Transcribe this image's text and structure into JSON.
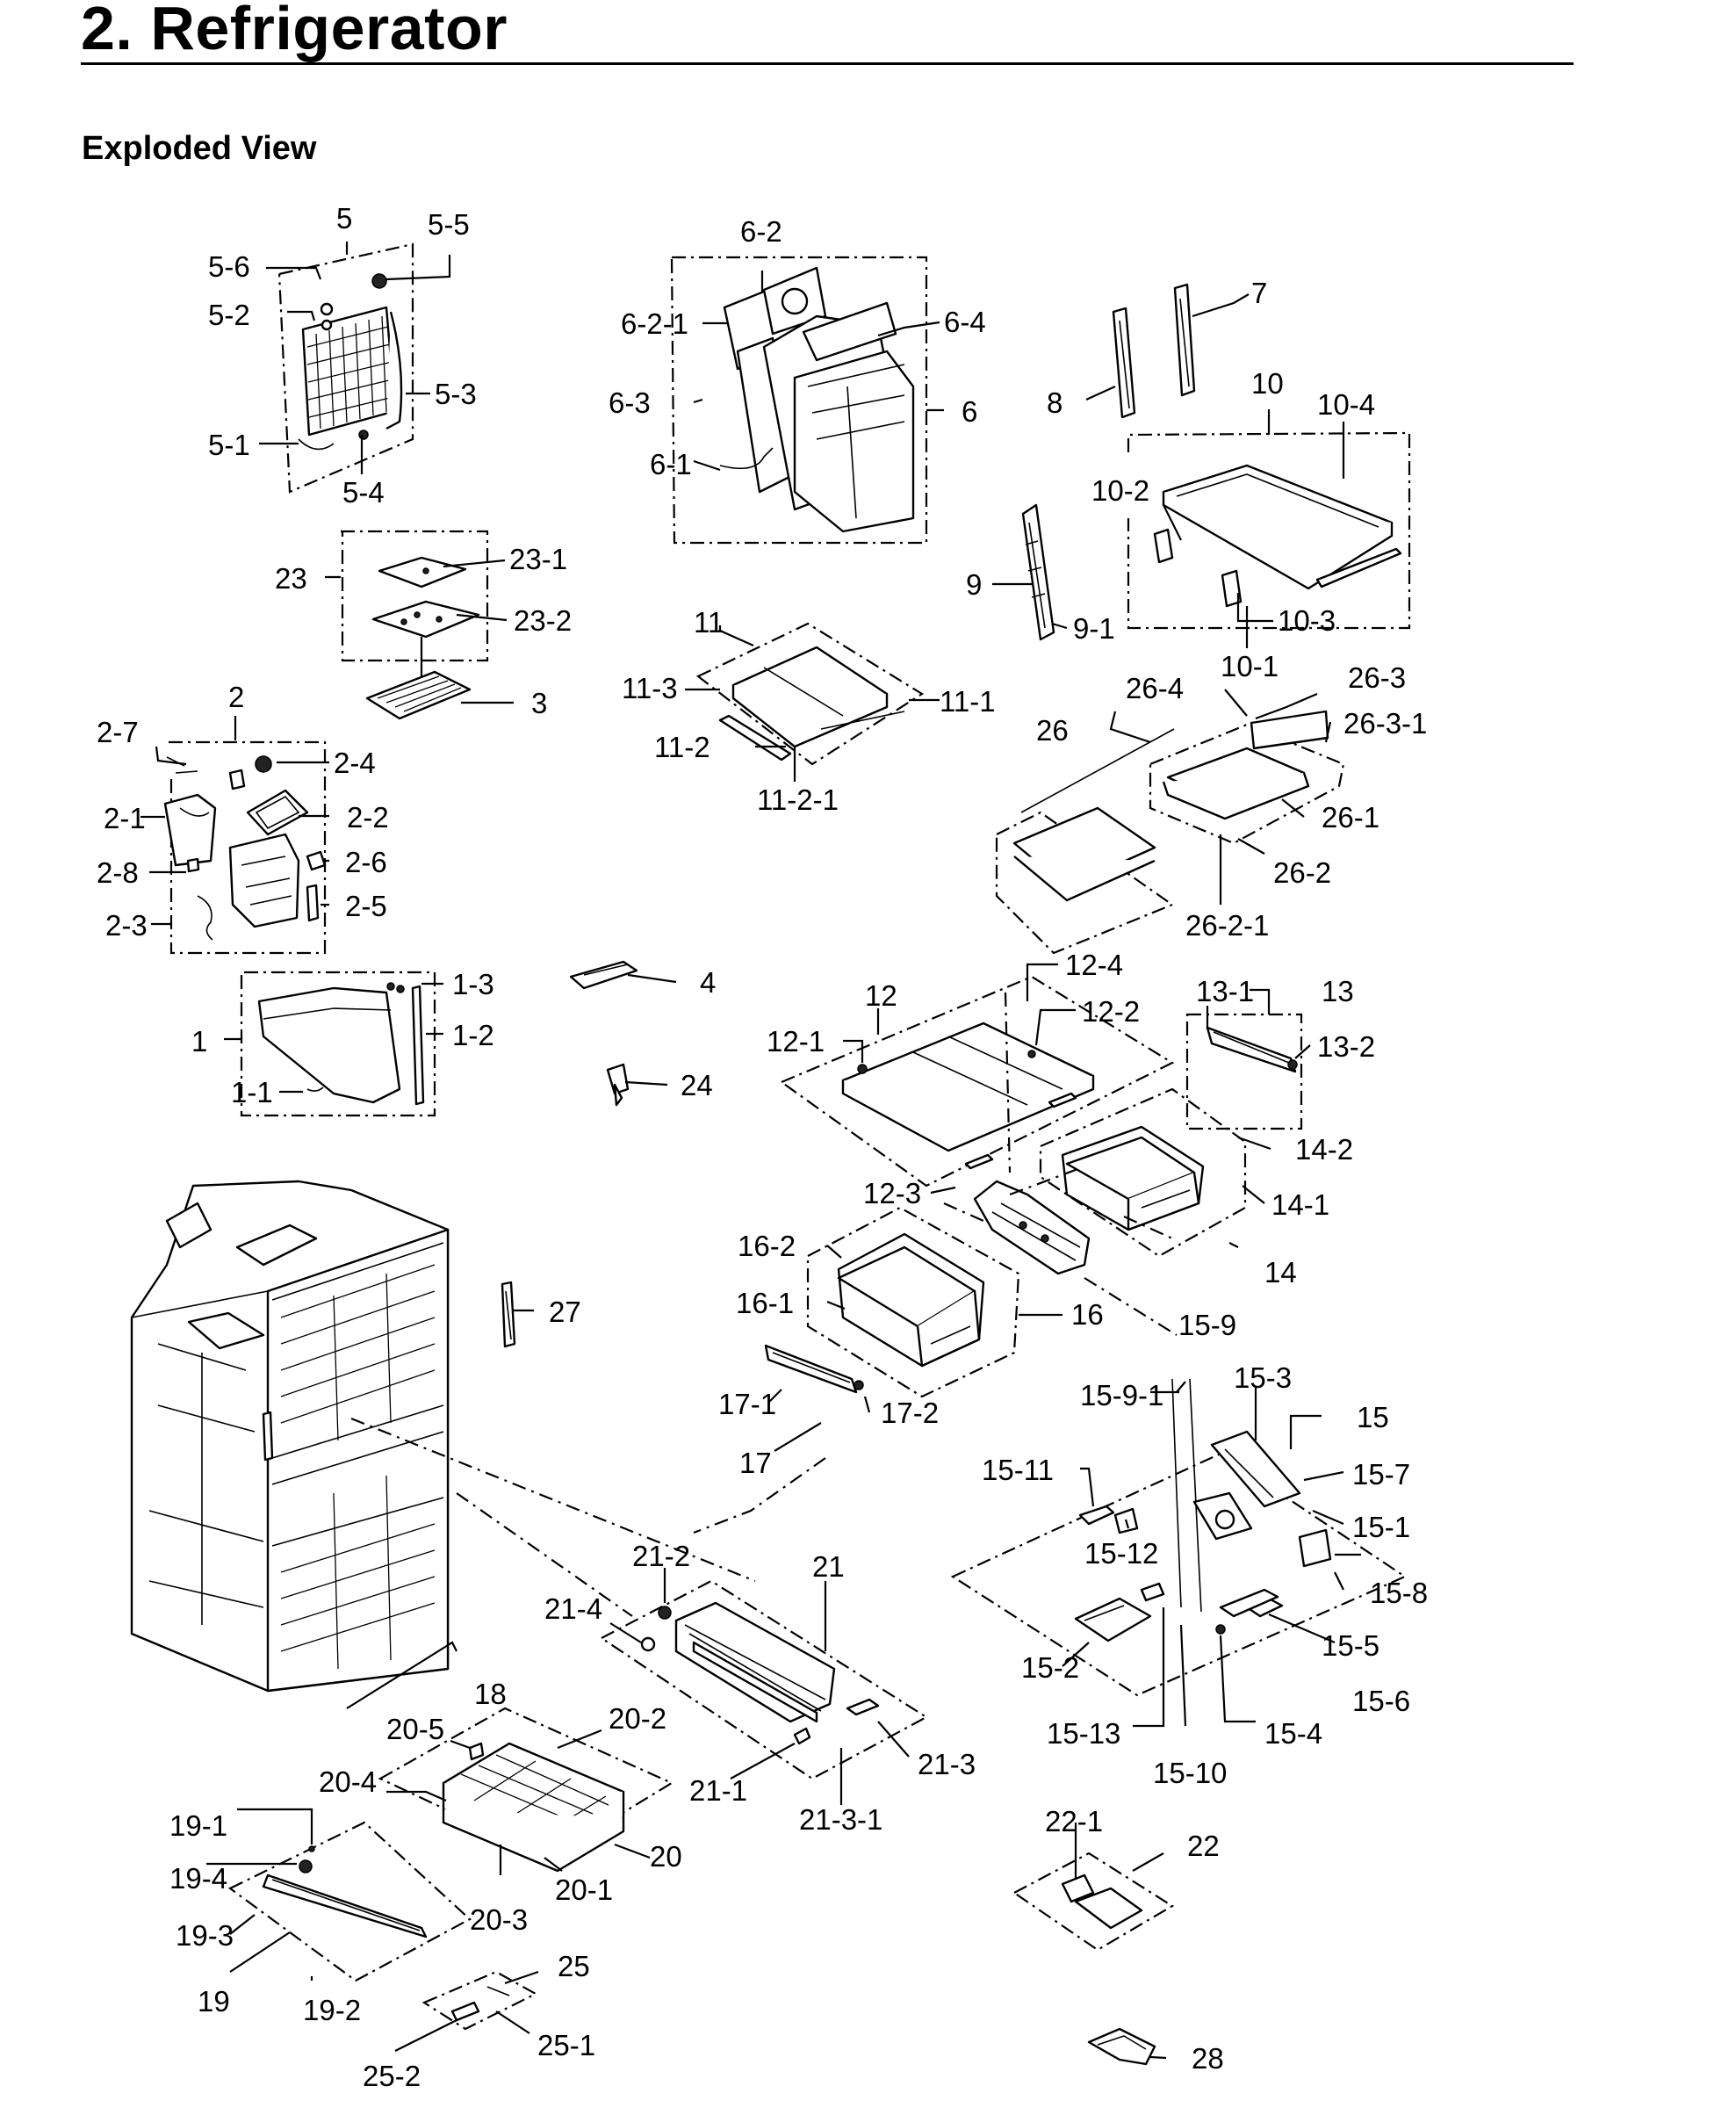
{
  "header": {
    "title": "2.  Refrigerator",
    "subtitle": "Exploded View"
  },
  "diagram": {
    "parts": {
      "p1": "1",
      "p1_1": "1-1",
      "p1_2": "1-2",
      "p1_3": "1-3",
      "p2": "2",
      "p2_1": "2-1",
      "p2_2": "2-2",
      "p2_3": "2-3",
      "p2_4": "2-4",
      "p2_5": "2-5",
      "p2_6": "2-6",
      "p2_7": "2-7",
      "p2_8": "2-8",
      "p3": "3",
      "p4": "4",
      "p5": "5",
      "p5_1": "5-1",
      "p5_2": "5-2",
      "p5_3": "5-3",
      "p5_4": "5-4",
      "p5_5": "5-5",
      "p5_6": "5-6",
      "p6": "6",
      "p6_1": "6-1",
      "p6_2": "6-2",
      "p6_2_1": "6-2-1",
      "p6_3": "6-3",
      "p6_4": "6-4",
      "p7": "7",
      "p8": "8",
      "p9": "9",
      "p9_1": "9-1",
      "p10": "10",
      "p10_1": "10-1",
      "p10_2": "10-2",
      "p10_3": "10-3",
      "p10_4": "10-4",
      "p11": "11",
      "p11_1": "11-1",
      "p11_2": "11-2",
      "p11_2_1": "11-2-1",
      "p11_3": "11-3",
      "p12": "12",
      "p12_1": "12-1",
      "p12_2": "12-2",
      "p12_3": "12-3",
      "p12_4": "12-4",
      "p13": "13",
      "p13_1": "13-1",
      "p13_2": "13-2",
      "p14": "14",
      "p14_1": "14-1",
      "p14_2": "14-2",
      "p15": "15",
      "p15_1": "15-1",
      "p15_2": "15-2",
      "p15_3": "15-3",
      "p15_4": "15-4",
      "p15_5": "15-5",
      "p15_6": "15-6",
      "p15_7": "15-7",
      "p15_8": "15-8",
      "p15_9": "15-9",
      "p15_9_1": "15-9-1",
      "p15_10": "15-10",
      "p15_11": "15-11",
      "p15_12": "15-12",
      "p15_13": "15-13",
      "p16": "16",
      "p16_1": "16-1",
      "p16_2": "16-2",
      "p17": "17",
      "p17_1": "17-1",
      "p17_2": "17-2",
      "p18": "18",
      "p19": "19",
      "p19_1": "19-1",
      "p19_2": "19-2",
      "p19_3": "19-3",
      "p19_4": "19-4",
      "p20": "20",
      "p20_1": "20-1",
      "p20_2": "20-2",
      "p20_3": "20-3",
      "p20_4": "20-4",
      "p20_5": "20-5",
      "p21": "21",
      "p21_1": "21-1",
      "p21_2": "21-2",
      "p21_3": "21-3",
      "p21_3_1": "21-3-1",
      "p21_4": "21-4",
      "p22": "22",
      "p22_1": "22-1",
      "p23": "23",
      "p23_1": "23-1",
      "p23_2": "23-2",
      "p24": "24",
      "p25": "25",
      "p25_1": "25-1",
      "p25_2": "25-2",
      "p26": "26",
      "p26_1": "26-1",
      "p26_2": "26-2",
      "p26_2_1": "26-2-1",
      "p26_3": "26-3",
      "p26_3_1": "26-3-1",
      "p26_4": "26-4",
      "p27": "27",
      "p28": "28"
    }
  }
}
